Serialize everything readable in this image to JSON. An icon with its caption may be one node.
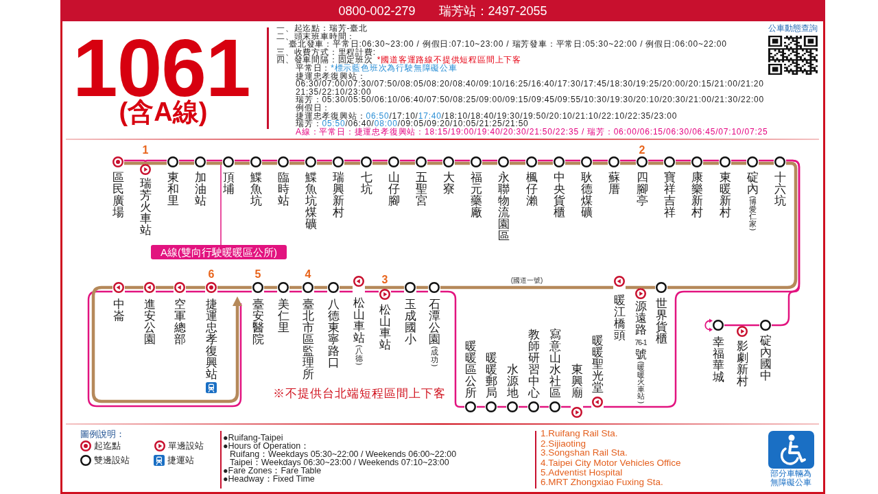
{
  "diagram": {
    "title": "1061",
    "nodes": [
      {
        "text": [
          "區民廣場"
        ]
      },
      {
        "text": [
          "瑞芳火車站"
        ],
        "beside": [
          "1"
        ]
      },
      {
        "text": [
          "東和里"
        ]
      },
      {
        "text": [
          "加油站"
        ]
      },
      {
        "text": [
          "頂埔"
        ]
      },
      {
        "text": [
          "鰈魚坑"
        ]
      },
      {
        "text": [
          "臨時站"
        ]
      },
      {
        "text": [
          "鰈魚坑煤礦"
        ]
      },
      {
        "text": [
          "瑞興新村"
        ]
      },
      {
        "text": [
          "七坑"
        ]
      },
      {
        "text": [
          "山仔腳"
        ]
      },
      {
        "text": [
          "五聖宮"
        ]
      },
      {
        "text": [
          "大寮"
        ]
      },
      {
        "text": [
          "福元藥廠"
        ]
      },
      {
        "text": [
          "永聯物流園區"
        ]
      },
      {
        "text": [
          "楓仔瀨"
        ]
      },
      {
        "text": [
          "中央貨櫃"
        ]
      },
      {
        "text": [
          "耿德煤礦"
        ]
      },
      {
        "text": [
          "蘇厝"
        ]
      },
      {
        "text": [
          "四腳亭"
        ],
        "beside": [
          "2"
        ]
      },
      {
        "text": [
          "寶祥吉祥"
        ]
      },
      {
        "text": [
          "康樂新村"
        ]
      },
      {
        "text": [
          "東暖新村"
        ]
      },
      {
        "text": [
          "碇內",
          "(博愛仁家)"
        ]
      },
      {
        "text": [
          "十六坑"
        ]
      },
      {
        "text": [
          "A線(雙向行駛暖暖區公所)"
        ]
      },
      {
        "text": [
          "中崙"
        ]
      },
      {
        "text": [
          "進安公園"
        ]
      },
      {
        "text": [
          "空軍總部"
        ]
      },
      {
        "text": [
          "捷運忠孝復興站"
        ],
        "beside": [
          "6"
        ]
      },
      {
        "text": [
          "臺安醫院"
        ],
        "beside": [
          "5"
        ]
      },
      {
        "text": [
          "美仁里"
        ]
      },
      {
        "text": [
          "臺北市區監理所"
        ],
        "beside": [
          "4"
        ]
      },
      {
        "text": [
          "八德東寧路口"
        ]
      },
      {
        "text": [
          "松山車站",
          "(八德)"
        ]
      },
      {
        "text": [
          "松山車站"
        ],
        "beside": [
          "3"
        ]
      },
      {
        "text": [
          "玉成國小"
        ]
      },
      {
        "text": [
          "石潭公園",
          "(成功)"
        ]
      },
      {
        "text": [
          "暖江橋頭"
        ]
      },
      {
        "text": [
          "源遠路76-1號",
          "(暖暖火車站)"
        ]
      },
      {
        "text": [
          "世界貨櫃"
        ]
      },
      {
        "text": [
          "幸福華城"
        ]
      },
      {
        "text": [
          "影劇新村"
        ]
      },
      {
        "text": [
          "碇內國中"
        ]
      },
      {
        "text": [
          "暖暖區公所"
        ]
      },
      {
        "text": [
          "暖暖郵局"
        ]
      },
      {
        "text": [
          "水源地"
        ]
      },
      {
        "text": [
          "教師研習中心"
        ]
      },
      {
        "text": [
          "寫意山水社區"
        ]
      },
      {
        "text": [
          "東興廟"
        ]
      },
      {
        "text": [
          "暖暖聖光堂"
        ]
      }
    ],
    "edges": [
      {
        "from": 0,
        "to": 1,
        "arrow": "none",
        "style": "thick",
        "color": "#b5895a"
      },
      {
        "from": 1,
        "to": 2,
        "arrow": "none",
        "style": "thick",
        "color": "#b5895a"
      },
      {
        "from": 2,
        "to": 3,
        "arrow": "none",
        "style": "thick",
        "color": "#b5895a"
      },
      {
        "from": 3,
        "to": 4,
        "arrow": "none",
        "style": "thick",
        "color": "#b5895a"
      },
      {
        "from": 4,
        "to": 5,
        "arrow": "none",
        "style": "thick",
        "color": "#b5895a"
      },
      {
        "from": 5,
        "to": 6,
        "arrow": "none",
        "style": "thick",
        "color": "#b5895a"
      },
      {
        "from": 6,
        "to": 7,
        "arrow": "none",
        "style": "thick",
        "color": "#b5895a"
      },
      {
        "from": 7,
        "to": 8,
        "arrow": "none",
        "style": "thick",
        "color": "#b5895a"
      },
      {
        "from": 8,
        "to": 9,
        "arrow": "none",
        "style": "thick",
        "color": "#b5895a"
      },
      {
        "from": 9,
        "to": 10,
        "arrow": "none",
        "style": "thick",
        "color": "#b5895a"
      },
      {
        "from": 10,
        "to": 11,
        "arrow": "none",
        "style": "thick",
        "color": "#b5895a"
      },
      {
        "from": 11,
        "to": 12,
        "arrow": "none",
        "style": "thick",
        "color": "#b5895a"
      },
      {
        "from": 12,
        "to": 13,
        "arrow": "none",
        "style": "thick",
        "color": "#b5895a"
      },
      {
        "from": 13,
        "to": 14,
        "arrow": "none",
        "style": "thick",
        "color": "#b5895a"
      },
      {
        "from": 14,
        "to": 15,
        "arrow": "none",
        "style": "thick",
        "color": "#b5895a"
      },
      {
        "from": 15,
        "to": 16,
        "arrow": "none",
        "style": "thick",
        "color": "#b5895a"
      },
      {
        "from": 16,
        "to": 17,
        "arrow": "none",
        "style": "thick",
        "color": "#b5895a"
      },
      {
        "from": 17,
        "to": 18,
        "arrow": "none",
        "style": "thick",
        "color": "#b5895a"
      },
      {
        "from": 18,
        "to": 19,
        "arrow": "none",
        "style": "thick",
        "color": "#b5895a"
      },
      {
        "from": 19,
        "to": 20,
        "arrow": "none",
        "style": "thick",
        "color": "#b5895a"
      },
      {
        "from": 20,
        "to": 21,
        "arrow": "none",
        "style": "thick",
        "color": "#b5895a"
      },
      {
        "from": 21,
        "to": 22,
        "arrow": "none",
        "style": "thick",
        "color": "#b5895a"
      },
      {
        "from": 22,
        "to": 23,
        "arrow": "none",
        "style": "thick",
        "color": "#b5895a"
      },
      {
        "from": 23,
        "to": 24,
        "arrow": "none",
        "style": "thick",
        "color": "#b5895a"
      },
      {
        "from": 24,
        "to": 40,
        "arrow": "none",
        "style": "thick",
        "color": "#b5895a"
      },
      {
        "from": 40,
        "to": 39,
        "arrow": "none",
        "style": "thick",
        "color": "#b5895a"
      },
      {
        "from": 39,
        "to": 38,
        "arrow": "none",
        "style": "thick",
        "color": "#b5895a"
      },
      {
        "from": 38,
        "to": 37,
        "arrow": "none",
        "label": "(國道一號)",
        "style": "thick",
        "color": "#b5895a"
      },
      {
        "from": 37,
        "to": 36,
        "arrow": "none",
        "style": "thick",
        "color": "#b5895a"
      },
      {
        "from": 36,
        "to": 35,
        "arrow": "none",
        "style": "thick",
        "color": "#b5895a"
      },
      {
        "from": 35,
        "to": 34,
        "arrow": "none",
        "style": "thick",
        "color": "#b5895a"
      },
      {
        "from": 34,
        "to": 33,
        "arrow": "none",
        "style": "thick",
        "color": "#b5895a"
      },
      {
        "from": 33,
        "to": 32,
        "arrow": "none",
        "style": "thick",
        "color": "#b5895a"
      },
      {
        "from": 32,
        "to": 31,
        "arrow": "none",
        "style": "thick",
        "color": "#b5895a"
      },
      {
        "from": 31,
        "to": 30,
        "arrow": "none",
        "style": "thick",
        "color": "#b5895a"
      },
      {
        "from": 30,
        "to": 29,
        "arrow": "none",
        "style": "thick",
        "color": "#b5895a"
      },
      {
        "from": 29,
        "to": 28,
        "arrow": "none",
        "style": "thick",
        "color": "#b5895a"
      },
      {
        "from": 28,
        "to": 27,
        "arrow": "none",
        "style": "thick",
        "color": "#b5895a"
      },
      {
        "from": 27,
        "to": 26,
        "arrow": "none",
        "style": "thick",
        "color": "#b5895a"
      },
      {
        "from": 26,
        "to": 30,
        "arrow": "to",
        "style": "thick",
        "color": "#b5895a"
      },
      {
        "from": 0,
        "to": 1,
        "arrow": "none"
      },
      {
        "from": 1,
        "to": 2,
        "arrow": "none"
      },
      {
        "from": 2,
        "to": 3,
        "arrow": "none"
      },
      {
        "from": 3,
        "to": 4,
        "arrow": "none"
      },
      {
        "from": 4,
        "to": 5,
        "arrow": "none"
      },
      {
        "from": 5,
        "to": 6,
        "arrow": "none"
      },
      {
        "from": 6,
        "to": 7,
        "arrow": "none"
      },
      {
        "from": 7,
        "to": 8,
        "arrow": "none"
      },
      {
        "from": 8,
        "to": 9,
        "arrow": "none"
      },
      {
        "from": 9,
        "to": 10,
        "arrow": "none"
      },
      {
        "from": 10,
        "to": 11,
        "arrow": "none"
      },
      {
        "from": 11,
        "to": 12,
        "arrow": "none"
      },
      {
        "from": 12,
        "to": 13,
        "arrow": "none"
      },
      {
        "from": 13,
        "to": 14,
        "arrow": "none"
      },
      {
        "from": 14,
        "to": 15,
        "arrow": "none"
      },
      {
        "from": 15,
        "to": 16,
        "arrow": "none"
      },
      {
        "from": 16,
        "to": 17,
        "arrow": "none"
      },
      {
        "from": 17,
        "to": 18,
        "arrow": "none"
      },
      {
        "from": 18,
        "to": 19,
        "arrow": "none"
      },
      {
        "from": 19,
        "to": 20,
        "arrow": "none"
      },
      {
        "from": 20,
        "to": 21,
        "arrow": "none"
      },
      {
        "from": 21,
        "to": 22,
        "arrow": "none"
      },
      {
        "from": 22,
        "to": 23,
        "arrow": "none"
      },
      {
        "from": 23,
        "to": 24,
        "arrow": "none"
      },
      {
        "from": 24,
        "to": 50,
        "arrow": "none"
      },
      {
        "from": 50,
        "to": 49,
        "arrow": "none"
      },
      {
        "from": 49,
        "to": 48,
        "arrow": "none"
      },
      {
        "from": 48,
        "to": 47,
        "arrow": "none"
      },
      {
        "from": 47,
        "to": 46,
        "arrow": "none"
      },
      {
        "from": 46,
        "to": 45,
        "arrow": "none"
      },
      {
        "from": 45,
        "to": 44,
        "arrow": "none"
      },
      {
        "from": 44,
        "to": 37,
        "arrow": "none"
      },
      {
        "from": 37,
        "to": 36,
        "arrow": "none"
      },
      {
        "from": 36,
        "to": 35,
        "arrow": "none"
      },
      {
        "from": 35,
        "to": 34,
        "arrow": "none"
      },
      {
        "from": 34,
        "to": 33,
        "arrow": "none"
      },
      {
        "from": 33,
        "to": 32,
        "arrow": "none"
      },
      {
        "from": 32,
        "to": 31,
        "arrow": "none"
      },
      {
        "from": 31,
        "to": 30,
        "arrow": "none"
      },
      {
        "from": 30,
        "to": 29,
        "arrow": "none"
      },
      {
        "from": 29,
        "to": 28,
        "arrow": "none"
      },
      {
        "from": 28,
        "to": 27,
        "arrow": "none"
      },
      {
        "from": 27,
        "to": 26,
        "arrow": "none"
      },
      {
        "from": 26,
        "to": null,
        "arrow": "none"
      },
      {
        "from": 24,
        "to": 43,
        "arrow": "none"
      },
      {
        "from": 43,
        "to": 42,
        "arrow": "none"
      },
      {
        "from": 42,
        "to": 41,
        "arrow": "none"
      },
      {
        "from": 25,
        "to": 4,
        "arrow": "none"
      }
    ],
    "labels": [
      "0800-002-279",
      "瑞芳站：2497-2055",
      "(含A線)",
      "一、起迄點：瑞芳-臺北",
      "二、頭末班車時間：",
      "臺北發車：平常日:06:30~23:00 / 例假日:07:10~23:00 / 瑞芳發車：平常日:05:30~22:00 / 例假日:06:00~22:00",
      "三、收費方式：里程計費:",
      "四、發車間隔：固定班次",
      "*國道客運路線不提供短程區間上下客",
      "平常日：",
      "*標示藍色班次為行駛無障礙公車",
      "捷運忠孝復興站：",
      "06:30/07:00/07:30/07:50/08:05/08:20/08:40/09:10/16:25/16:40/17:30/17:45/18:30/19:25/20:00/20:15/21:00/21:20 21:35/22:10/23:00",
      "瑞芳：05:30/05:50/06:10/06:40/07:50/08:25/09:00/09:15/09:45/09:55/10:30/19:30/20:10/20:30/21:00/21:30/22:00",
      "例假日：",
      "捷運忠孝復興站：",
      "06:50",
      "/17:10/",
      "17:40",
      "/18:10/18:40/19:30/19:50/20:10/21:10/22:10/22:35/23:00",
      "瑞芳：",
      "05:50",
      "/06:40/",
      "08:00",
      "/09:05/09:20/10:05/21:25/21:50",
      "A線：平常日：捷運忠孝復興站：18:15/19:00/19:40/20:30/21:50/22:35 / 瑞芳：06:00/06:15/06:30/06:45/07:10/07:25",
      "公車動態查詢",
      "※不提供台北端短程區間上下客",
      "圖例說明：",
      "●Ruifang-Taipei",
      "●Hours of Operation：",
      "Ruifang：Weekdays 05:30~22:00 / Weekends 06:00~22:00",
      "Taipei：Weekdays 06:30~23:00 / Weekends 07:10~23:00",
      "●Fare Zones：Fare Table",
      "●Headway：Fixed Time",
      "1.Ruifang Rail Sta.",
      "2.Sijiaoting",
      "3.Songshan Rail Sta.",
      "4.Taipei City Motor Vehicles Office",
      "5.Adventist Hospital",
      "6.MRT Zhongxiao Fuxing Sta.",
      "部分車輛為無障礙公車"
    ],
    "legend": [
      {
        "text": "起迄點"
      },
      {
        "text": "單邊設站"
      },
      {
        "text": "雙邊設站"
      },
      {
        "text": "捷運站"
      }
    ]
  }
}
